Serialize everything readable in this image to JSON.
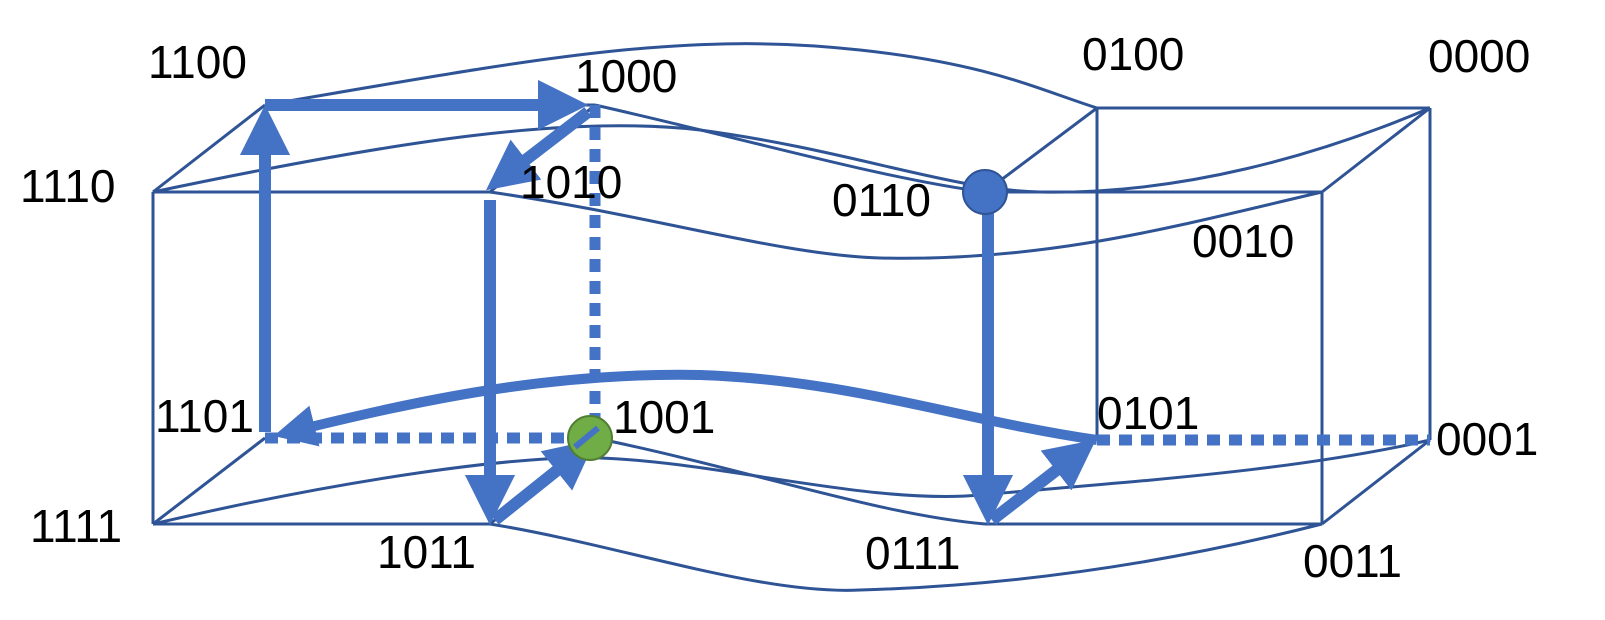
{
  "colors": {
    "edge": "#2f5496",
    "path": "#4472c4",
    "start_node": "#4472c4",
    "end_node": "#70ad47",
    "label": "#000000"
  },
  "nodes": [
    {
      "label": "1100"
    },
    {
      "label": "1000"
    },
    {
      "label": "1110"
    },
    {
      "label": "1010"
    },
    {
      "label": "0100"
    },
    {
      "label": "0000"
    },
    {
      "label": "0110"
    },
    {
      "label": "0010"
    },
    {
      "label": "1101"
    },
    {
      "label": "1001"
    },
    {
      "label": "1111"
    },
    {
      "label": "1011"
    },
    {
      "label": "0101"
    },
    {
      "label": "0001"
    },
    {
      "label": "0111"
    },
    {
      "label": "0011"
    }
  ]
}
